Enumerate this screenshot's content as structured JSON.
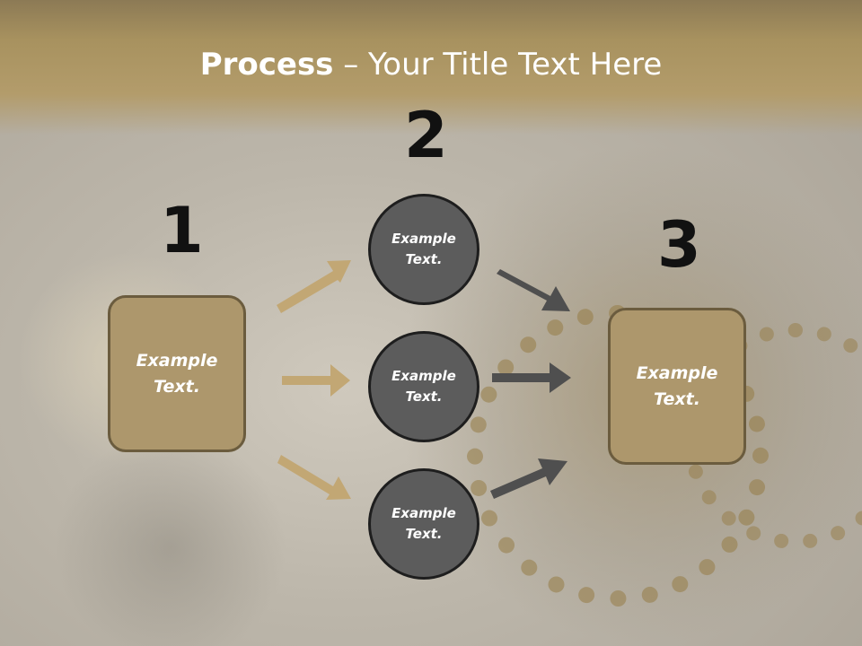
{
  "slide": {
    "title_bold": "Process",
    "title_rest": " – Your Title Text Here"
  },
  "steps": {
    "step1_number": "1",
    "step2_number": "2",
    "step3_number": "3"
  },
  "boxes": {
    "left_line1": "Example",
    "left_line2": "Text.",
    "right_line1": "Example",
    "right_line2": "Text."
  },
  "circles": [
    {
      "line1": "Example",
      "line2": "Text."
    },
    {
      "line1": "Example",
      "line2": "Text."
    },
    {
      "line1": "Example",
      "line2": "Text."
    }
  ],
  "colors": {
    "title_band": "#a8925f",
    "box_fill": "#ad976c",
    "box_border": "#6b5c3e",
    "circle_fill": "#5c5c5c",
    "circle_border": "#1e1e1e",
    "arrow_tan": "#c2a774",
    "arrow_gray": "#4f4f4f"
  }
}
